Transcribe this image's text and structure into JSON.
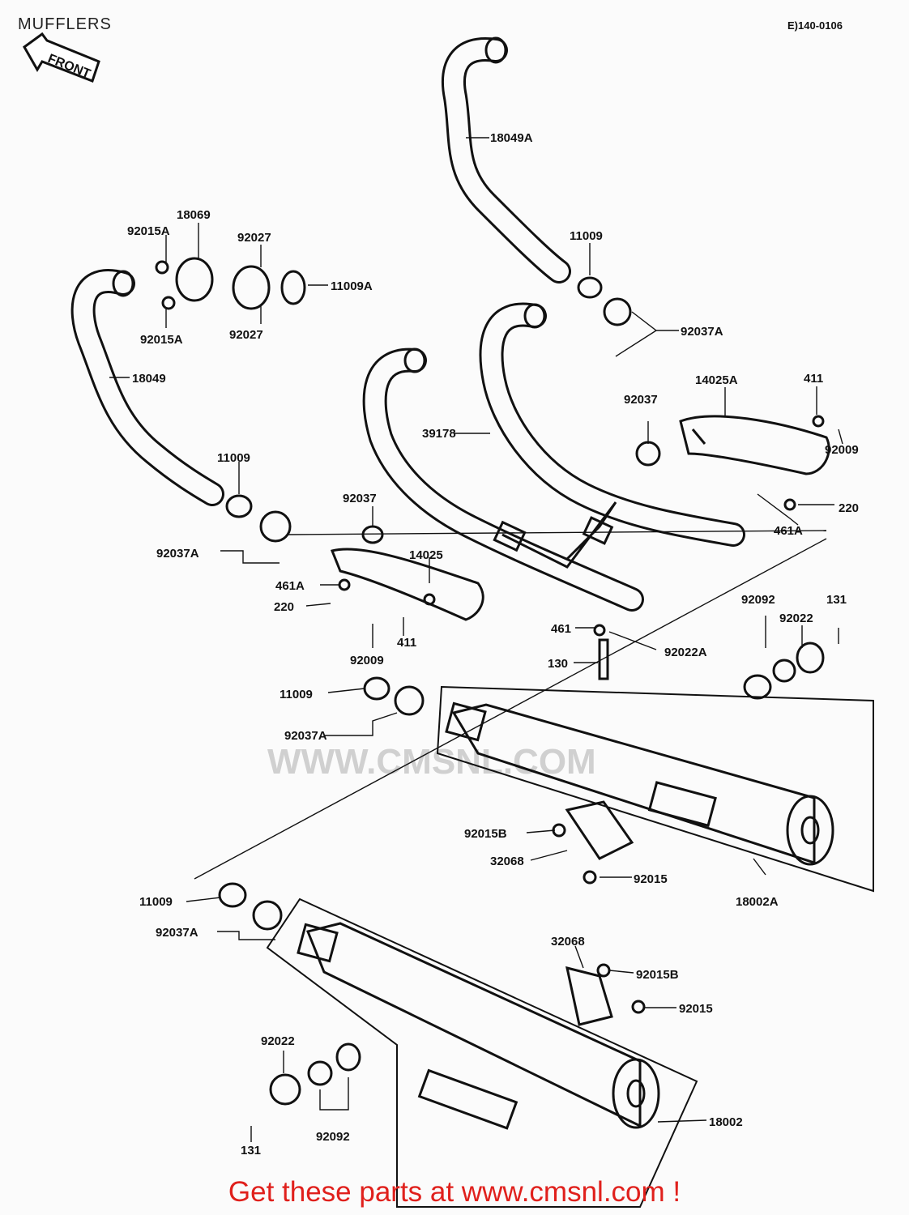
{
  "title": "MUFFLERS",
  "diagram_ref": "E)140-0106",
  "front_arrow": "FRONT",
  "watermark": "WWW.CMSNL.COM",
  "footer": "Get these parts at www.cmsnl.com !",
  "colors": {
    "footer": "#e0201c",
    "ink": "#111111",
    "paper": "#fbfbfb"
  },
  "labels": [
    {
      "id": "l1",
      "text": "18049A"
    },
    {
      "id": "l2",
      "text": "18069"
    },
    {
      "id": "l3",
      "text": "92015A"
    },
    {
      "id": "l4",
      "text": "92027"
    },
    {
      "id": "l5",
      "text": "11009A"
    },
    {
      "id": "l6",
      "text": "92027"
    },
    {
      "id": "l7",
      "text": "92015A"
    },
    {
      "id": "l8",
      "text": "18049"
    },
    {
      "id": "l9",
      "text": "11009"
    },
    {
      "id": "l10",
      "text": "92037A"
    },
    {
      "id": "l11",
      "text": "14025A"
    },
    {
      "id": "l12",
      "text": "411"
    },
    {
      "id": "l13",
      "text": "92037"
    },
    {
      "id": "l14",
      "text": "92009"
    },
    {
      "id": "l15",
      "text": "39178"
    },
    {
      "id": "l16",
      "text": "11009"
    },
    {
      "id": "l17",
      "text": "220"
    },
    {
      "id": "l18",
      "text": "461A"
    },
    {
      "id": "l19",
      "text": "92037"
    },
    {
      "id": "l20",
      "text": "14025"
    },
    {
      "id": "l21",
      "text": "92037A"
    },
    {
      "id": "l22",
      "text": "461A"
    },
    {
      "id": "l23",
      "text": "220"
    },
    {
      "id": "l24",
      "text": "411"
    },
    {
      "id": "l25",
      "text": "461"
    },
    {
      "id": "l26",
      "text": "92022A"
    },
    {
      "id": "l27",
      "text": "92092"
    },
    {
      "id": "l28",
      "text": "131"
    },
    {
      "id": "l29",
      "text": "92022"
    },
    {
      "id": "l30",
      "text": "92009"
    },
    {
      "id": "l31",
      "text": "130"
    },
    {
      "id": "l32",
      "text": "11009"
    },
    {
      "id": "l33",
      "text": "92037A"
    },
    {
      "id": "l34",
      "text": "92015B"
    },
    {
      "id": "l35",
      "text": "32068"
    },
    {
      "id": "l36",
      "text": "92015"
    },
    {
      "id": "l37",
      "text": "18002A"
    },
    {
      "id": "l38",
      "text": "11009"
    },
    {
      "id": "l39",
      "text": "92037A"
    },
    {
      "id": "l40",
      "text": "32068"
    },
    {
      "id": "l41",
      "text": "92015B"
    },
    {
      "id": "l42",
      "text": "92015"
    },
    {
      "id": "l43",
      "text": "92022"
    },
    {
      "id": "l44",
      "text": "18002"
    },
    {
      "id": "l45",
      "text": "92092"
    },
    {
      "id": "l46",
      "text": "131"
    }
  ]
}
